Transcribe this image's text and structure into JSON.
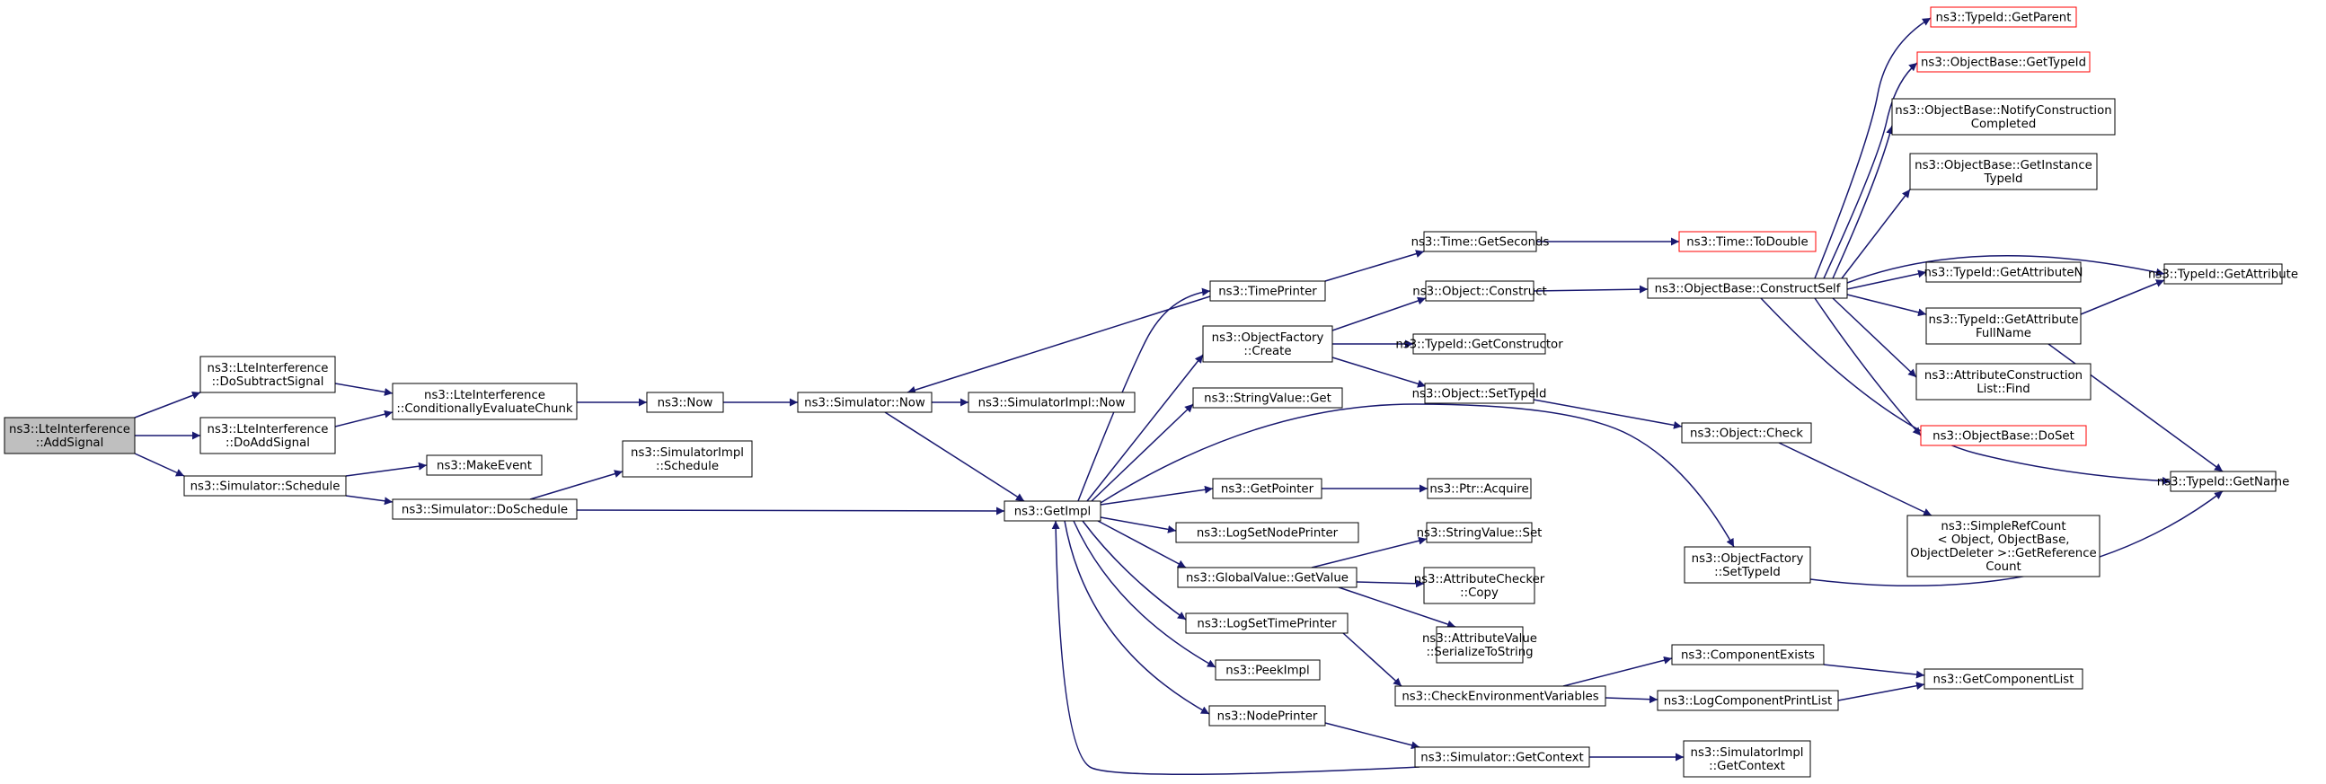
{
  "colors": {
    "node_border": "#000000",
    "node_border_truncated": "#ff0000",
    "root_fill": "#bfbfbf",
    "edge": "#191970"
  },
  "nodes": [
    {
      "id": "add_signal",
      "lines": [
        "ns3::LteInterference",
        "::AddSignal"
      ],
      "root": true
    },
    {
      "id": "do_subtract_signal",
      "lines": [
        "ns3::LteInterference",
        "::DoSubtractSignal"
      ]
    },
    {
      "id": "do_add_signal",
      "lines": [
        "ns3::LteInterference",
        "::DoAddSignal"
      ]
    },
    {
      "id": "sim_schedule",
      "lines": [
        "ns3::Simulator::Schedule"
      ]
    },
    {
      "id": "cond_eval_chunk",
      "lines": [
        "ns3::LteInterference",
        "::ConditionallyEvaluateChunk"
      ]
    },
    {
      "id": "make_event",
      "lines": [
        "ns3::MakeEvent"
      ]
    },
    {
      "id": "sim_do_schedule",
      "lines": [
        "ns3::Simulator::DoSchedule"
      ]
    },
    {
      "id": "ns3_now",
      "lines": [
        "ns3::Now"
      ]
    },
    {
      "id": "simimpl_schedule",
      "lines": [
        "ns3::SimulatorImpl",
        "::Schedule"
      ]
    },
    {
      "id": "sim_now",
      "lines": [
        "ns3::Simulator::Now"
      ]
    },
    {
      "id": "simimpl_now",
      "lines": [
        "ns3::SimulatorImpl::Now"
      ]
    },
    {
      "id": "get_impl",
      "lines": [
        "ns3::GetImpl"
      ]
    },
    {
      "id": "time_printer",
      "lines": [
        "ns3::TimePrinter"
      ]
    },
    {
      "id": "objfactory_create",
      "lines": [
        "ns3::ObjectFactory",
        "::Create"
      ]
    },
    {
      "id": "stringvalue_get",
      "lines": [
        "ns3::StringValue::Get"
      ]
    },
    {
      "id": "get_pointer",
      "lines": [
        "ns3::GetPointer"
      ]
    },
    {
      "id": "log_set_node_printer",
      "lines": [
        "ns3::LogSetNodePrinter"
      ]
    },
    {
      "id": "globalvalue_getvalue",
      "lines": [
        "ns3::GlobalValue::GetValue"
      ]
    },
    {
      "id": "log_set_time_printer",
      "lines": [
        "ns3::LogSetTimePrinter"
      ]
    },
    {
      "id": "peek_impl",
      "lines": [
        "ns3::PeekImpl"
      ]
    },
    {
      "id": "node_printer",
      "lines": [
        "ns3::NodePrinter"
      ]
    },
    {
      "id": "time_getseconds",
      "lines": [
        "ns3::Time::GetSeconds"
      ]
    },
    {
      "id": "object_construct",
      "lines": [
        "ns3::Object::Construct"
      ]
    },
    {
      "id": "typeid_getconstructor",
      "lines": [
        "ns3::TypeId::GetConstructor"
      ]
    },
    {
      "id": "object_settypeid",
      "lines": [
        "ns3::Object::SetTypeId"
      ]
    },
    {
      "id": "ptr_acquire",
      "lines": [
        "ns3::Ptr::Acquire"
      ]
    },
    {
      "id": "stringvalue_set",
      "lines": [
        "ns3::StringValue::Set"
      ]
    },
    {
      "id": "attrchecker_copy",
      "lines": [
        "ns3::AttributeChecker",
        "::Copy"
      ]
    },
    {
      "id": "attrvalue_serialize",
      "lines": [
        "ns3::AttributeValue",
        "::SerializeToString"
      ]
    },
    {
      "id": "check_env_vars",
      "lines": [
        "ns3::CheckEnvironmentVariables"
      ]
    },
    {
      "id": "sim_getcontext",
      "lines": [
        "ns3::Simulator::GetContext"
      ]
    },
    {
      "id": "time_todouble",
      "lines": [
        "ns3::Time::ToDouble"
      ],
      "truncated": true
    },
    {
      "id": "objbase_constructself",
      "lines": [
        "ns3::ObjectBase::ConstructSelf"
      ]
    },
    {
      "id": "object_check",
      "lines": [
        "ns3::Object::Check"
      ]
    },
    {
      "id": "objfactory_settypeid",
      "lines": [
        "ns3::ObjectFactory",
        "::SetTypeId"
      ]
    },
    {
      "id": "component_exists",
      "lines": [
        "ns3::ComponentExists"
      ]
    },
    {
      "id": "log_component_printlist",
      "lines": [
        "ns3::LogComponentPrintList"
      ]
    },
    {
      "id": "simimpl_getcontext",
      "lines": [
        "ns3::SimulatorImpl",
        "::GetContext"
      ]
    },
    {
      "id": "typeid_getparent",
      "lines": [
        "ns3::TypeId::GetParent"
      ],
      "truncated": true
    },
    {
      "id": "objbase_gettypeid",
      "lines": [
        "ns3::ObjectBase::GetTypeId"
      ],
      "truncated": true
    },
    {
      "id": "objbase_notify",
      "lines": [
        "ns3::ObjectBase::NotifyConstruction",
        "Completed"
      ]
    },
    {
      "id": "objbase_getinstancetypeid",
      "lines": [
        "ns3::ObjectBase::GetInstance",
        "TypeId"
      ]
    },
    {
      "id": "typeid_getattributen",
      "lines": [
        "ns3::TypeId::GetAttributeN"
      ]
    },
    {
      "id": "typeid_getattrfullname",
      "lines": [
        "ns3::TypeId::GetAttribute",
        "FullName"
      ]
    },
    {
      "id": "attrconstructionlist_find",
      "lines": [
        "ns3::AttributeConstruction",
        "List::Find"
      ]
    },
    {
      "id": "objbase_doset",
      "lines": [
        "ns3::ObjectBase::DoSet"
      ],
      "truncated": true
    },
    {
      "id": "simplerefcount",
      "lines": [
        "ns3::SimpleRefCount",
        "< Object, ObjectBase,",
        "ObjectDeleter >::GetReference",
        "Count"
      ]
    },
    {
      "id": "get_component_list",
      "lines": [
        "ns3::GetComponentList"
      ]
    },
    {
      "id": "typeid_getattribute",
      "lines": [
        "ns3::TypeId::GetAttribute"
      ]
    },
    {
      "id": "typeid_getname",
      "lines": [
        "ns3::TypeId::GetName"
      ]
    }
  ]
}
